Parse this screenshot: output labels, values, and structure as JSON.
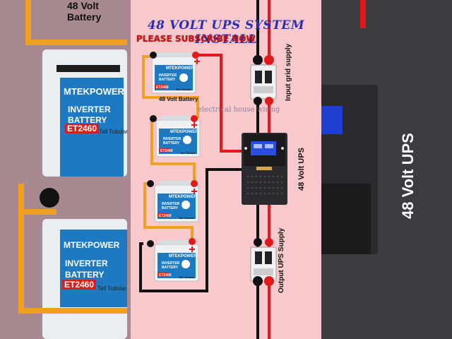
{
  "diagram": {
    "title": "48 VOLT UPS SYSTEM INSTALL",
    "subtitle": "PLEASE SUBSCRIBE NOW",
    "watermark": "electrical house wiring",
    "battery_bank_label": "48 Volt Battery",
    "ups_label": "48 Volt UPS",
    "input_label": "Input grid supply",
    "output_label": "Output UPS Supply",
    "battery": {
      "brand": "MTEKPOWER",
      "type_line1": "INVERTER",
      "type_line2": "BATTERY",
      "model": "ET2460",
      "tagline": "Tall Tubular"
    }
  },
  "background": {
    "left_title": "48 Volt Battery",
    "left_brand": "MTEKPOWER",
    "left_type_line1": "INVERTER",
    "left_type_line2": "BATTERY",
    "left_model": "ET2460",
    "left_tagline": "Tall Tubular",
    "right_label": "48 Volt UPS"
  },
  "colors": {
    "positive_wire": "#e01a1a",
    "negative_wire": "#111111",
    "series_link": "#f0a020",
    "title": "#2b2fb0",
    "subtitle": "#d4141b"
  }
}
